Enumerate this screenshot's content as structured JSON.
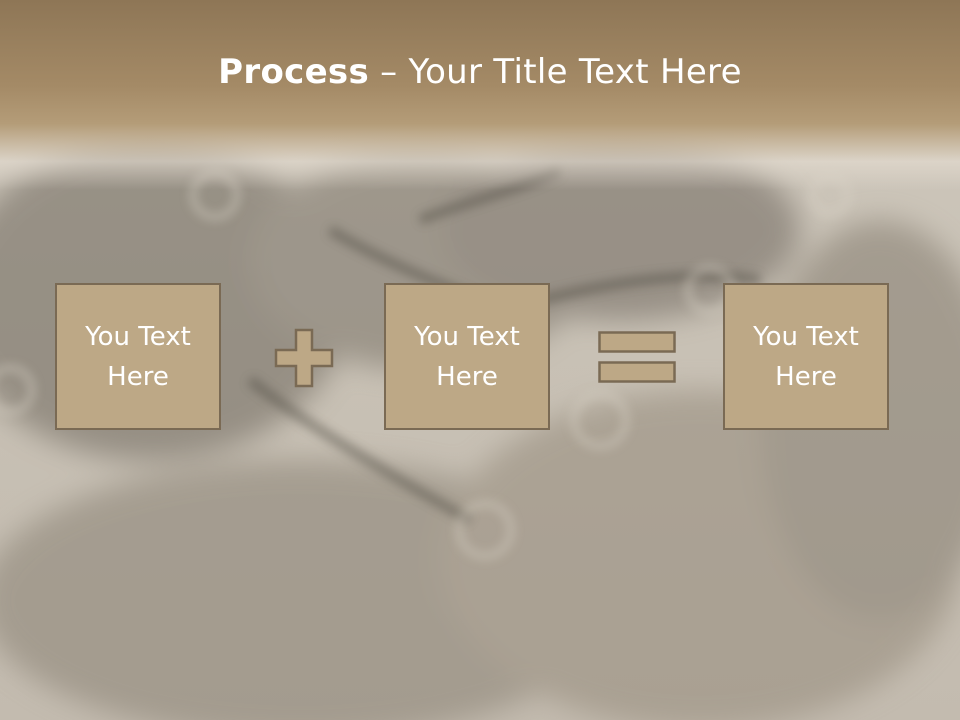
{
  "slide": {
    "title_bold": "Process",
    "title_rest": " – Your Title Text Here"
  },
  "process": {
    "boxes": [
      {
        "text": "You Text Here"
      },
      {
        "text": "You Text Here"
      },
      {
        "text": "You Text Here"
      }
    ],
    "operators": [
      "plus-icon",
      "equals-icon"
    ]
  },
  "colors": {
    "header": "#a48a66",
    "box_fill": "#bda886",
    "box_border": "#7a6a54",
    "text": "#ffffff"
  }
}
